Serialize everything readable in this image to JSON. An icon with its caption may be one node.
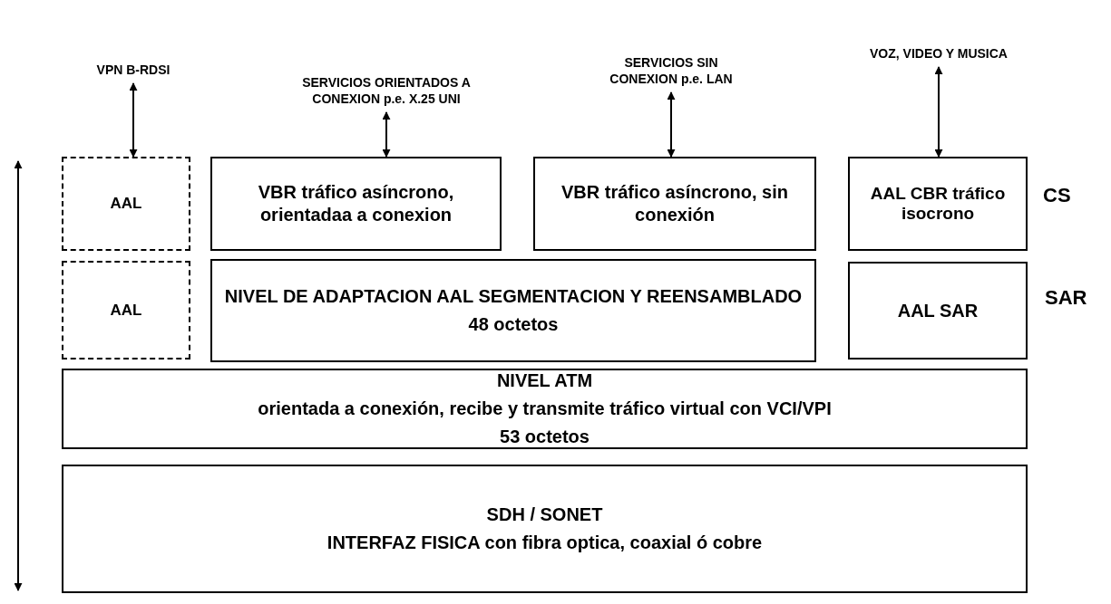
{
  "diagram": {
    "nodes": [
      {
        "text": [
          "VPN B-RDSI"
        ]
      },
      {
        "text": [
          "SERVICIOS ORIENTADOS A CONEXION p.e. X.25 UNI"
        ]
      },
      {
        "text": [
          "SERVICIOS SIN CONEXION p.e. LAN"
        ]
      },
      {
        "text": [
          "VOZ, VIDEO Y MUSICA"
        ]
      },
      {
        "text": [
          "AAL"
        ]
      },
      {
        "text": [
          "VBR tráfico asíncrono, orientadaa a conexion"
        ]
      },
      {
        "text": [
          "VBR tráfico asíncrono, sin conexión"
        ]
      },
      {
        "text": [
          "AAL CBR tráfico isocrono"
        ]
      },
      {
        "text": [
          "AAL"
        ]
      },
      {
        "text": [
          "NIVEL DE ADAPTACION AAL SEGMENTACION Y REENSAMBLADO",
          "48 octetos"
        ]
      },
      {
        "text": [
          "AAL SAR"
        ]
      },
      {
        "text": [
          "NIVEL ATM",
          "orientada a conexión, recibe y transmite tráfico virtual con VCI/VPI",
          "53 octetos"
        ]
      },
      {
        "text": [
          "SDH / SONET",
          "INTERFAZ FISICA con fibra optica, coaxial ó cobre"
        ]
      }
    ],
    "edges": [
      {
        "from": 0,
        "to": 4,
        "arrow": "both"
      },
      {
        "from": 1,
        "to": 5,
        "arrow": "both"
      },
      {
        "from": 2,
        "to": 6,
        "arrow": "both"
      },
      {
        "from": 3,
        "to": 7,
        "arrow": "both"
      }
    ],
    "labels": [
      "CS",
      "SAR"
    ]
  }
}
